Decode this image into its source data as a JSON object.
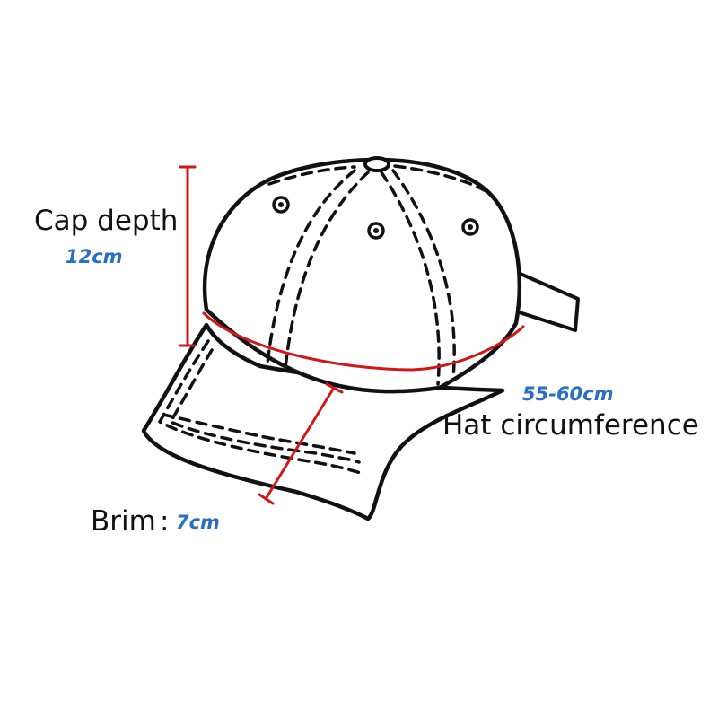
{
  "colors": {
    "outline": "#111111",
    "measure": "#d01818",
    "value": "#2a6fc4",
    "background": "#ffffff"
  },
  "annotations": {
    "cap_depth": {
      "label": "Cap depth",
      "value": "12cm"
    },
    "circumference": {
      "label": "Hat circumference",
      "value": "55-60cm"
    },
    "brim": {
      "label": "Brim",
      "separator": ":",
      "value": "7cm"
    }
  }
}
